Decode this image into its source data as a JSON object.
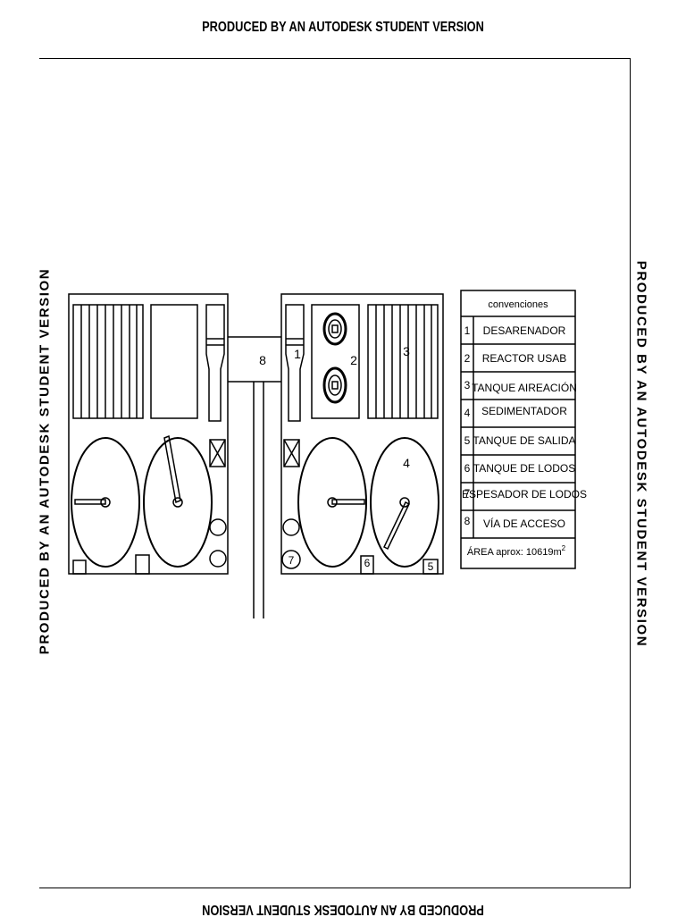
{
  "watermark": {
    "text": "PRODUCED BY AN AUTODESK STUDENT VERSION"
  },
  "plan": {
    "labels": {
      "l1": "1",
      "l2": "2",
      "l3": "3",
      "l4": "4",
      "l5": "5",
      "l6": "6",
      "l7": "7",
      "l8": "8"
    }
  },
  "legend": {
    "header": "convenciones",
    "rows": [
      {
        "num": "1",
        "label": "DESARENADOR"
      },
      {
        "num": "2",
        "label": "REACTOR USAB"
      },
      {
        "num": "3",
        "label": "TANQUE AIREACIÓN"
      },
      {
        "num": "4",
        "label": "SEDIMENTADOR"
      },
      {
        "num": "5",
        "label": "TANQUE DE SALIDA"
      },
      {
        "num": "6",
        "label": "TANQUE DE LODOS"
      },
      {
        "num": "7",
        "label": "ESPESADOR DE LODOS"
      },
      {
        "num": "8",
        "label": "VÍA DE ACCESO"
      }
    ],
    "area_label": "ÁREA aprox: 10619m",
    "area_superscript": "2"
  }
}
